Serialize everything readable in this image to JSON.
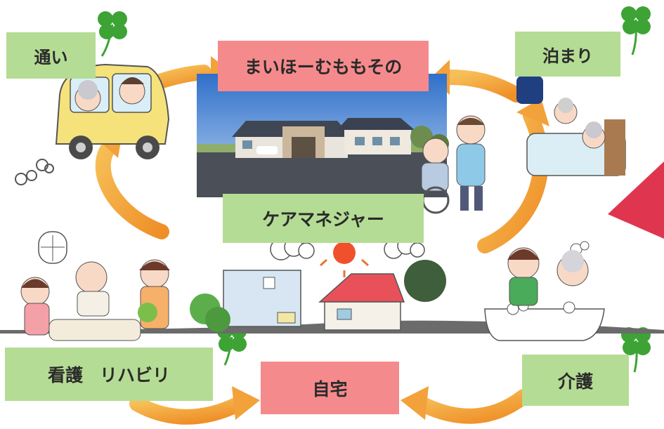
{
  "nodes": {
    "kayoi": "通い",
    "facility": "まいほーむももその",
    "tomari": "泊まり",
    "care_manager": "ケアマネジャー",
    "kango": "看護",
    "rehab": "リハビリ",
    "jitaku": "自宅",
    "kaigo": "介護"
  },
  "colors": {
    "green_label": "#b5dc94",
    "pink_label": "#f58a8c",
    "arrow_orange": "#f3a13a",
    "red_pointer": "#e0354f"
  }
}
